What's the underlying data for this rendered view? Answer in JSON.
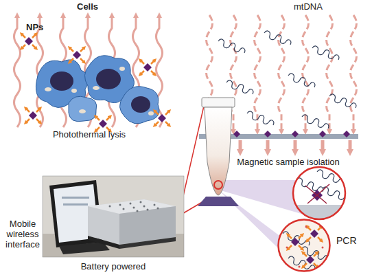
{
  "diagram": {
    "nodes": [
      {
        "text": [
          "PCR"
        ]
      }
    ],
    "labels": [
      "Cells",
      "NPs",
      "mtDNA",
      "Photothermal lysis",
      "Magnetic sample isolation",
      "Mobile wireless interface",
      "Battery powered"
    ]
  }
}
